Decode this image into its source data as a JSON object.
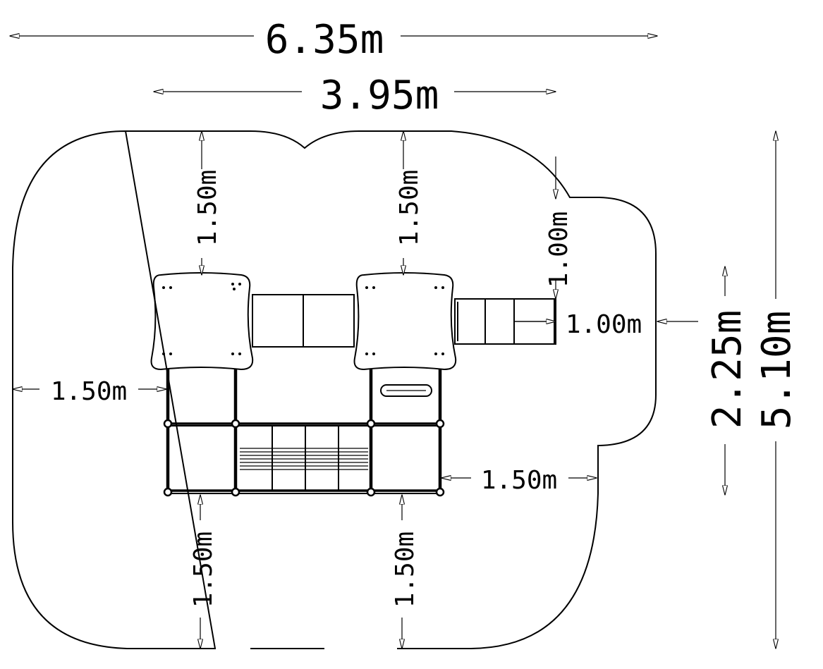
{
  "dimensions": {
    "overall_width": "6.35m",
    "equipment_width": "3.95m",
    "overall_depth": "5.10m",
    "equipment_depth": "2.25m",
    "top_left_clearance": "1.50m",
    "top_right_clearance": "1.50m",
    "slide_side_clearance": "1.00m",
    "slide_end_clearance": "1.00m",
    "left_clearance": "1.50m",
    "right_clearance": "1.50m",
    "bottom_left_clearance": "1.50m",
    "bottom_right_clearance": "1.50m"
  }
}
